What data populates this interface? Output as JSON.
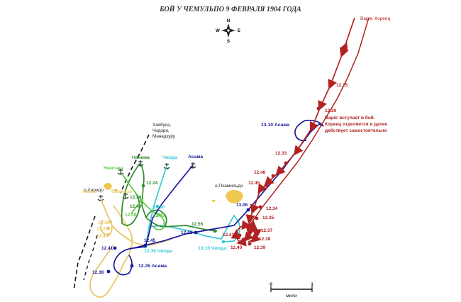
{
  "title": "БОЙ У ЧЕМУЛЬПО 9 ФЕВРАЛЯ 1904 ГОДА",
  "compass": {
    "n": "N",
    "s": "S",
    "w": "W",
    "e": "E"
  },
  "colors": {
    "varyag": "#b22222",
    "asama": "#1a1a9c",
    "chioda": "#39c8d6",
    "naniva": "#2e8b2e",
    "niitaka": "#5ec94a",
    "akashi_takachiho": "#e8c86a",
    "land": "#f0c850",
    "japanese_squadron": "#111111"
  },
  "labels": {
    "varyag_koreets": "Варяг, Кореец",
    "varyag_enters": [
      "Варяг вступает в бой.",
      "Кореец отделяется и далее",
      "действует самостоятельно"
    ],
    "asama_1310": "13.10 Асама",
    "asama_1235": "12.35 Асама",
    "chioda_1310": "13.10 Чиода",
    "chioda_1235": "12.35 Чиода",
    "ships_group": [
      "Хаябуса,",
      "Чидори,",
      "Манадзуру"
    ],
    "naniva": "Нанива",
    "niitaka": "Ниитака",
    "chioda": "Чиода",
    "asama": "Асама",
    "akashi": "Акаси",
    "takachiho": "Такачихо",
    "island_harido": "о.Харидо",
    "island_phamildo": "о.Пхамильдо"
  },
  "times": {
    "varyag": [
      "12.15",
      "12.20",
      "12.33",
      "12.48",
      "12.45",
      "12.34",
      "12.35",
      "12.37",
      "12.38",
      "12.39",
      "12.40",
      "12.41"
    ],
    "asama": [
      "13.06",
      "12.48",
      "12.45",
      "12.41",
      "12.38"
    ],
    "naniva": [
      "12.24",
      "12.55"
    ],
    "niitaka": [
      "12.34",
      "12.40",
      "12.39",
      "12.45"
    ],
    "chioda": [
      "12.30"
    ],
    "akashi": [
      "12.35",
      "12.20",
      "12.40"
    ]
  },
  "scale": {
    "start": "0",
    "end": "1",
    "unit": "мили"
  }
}
